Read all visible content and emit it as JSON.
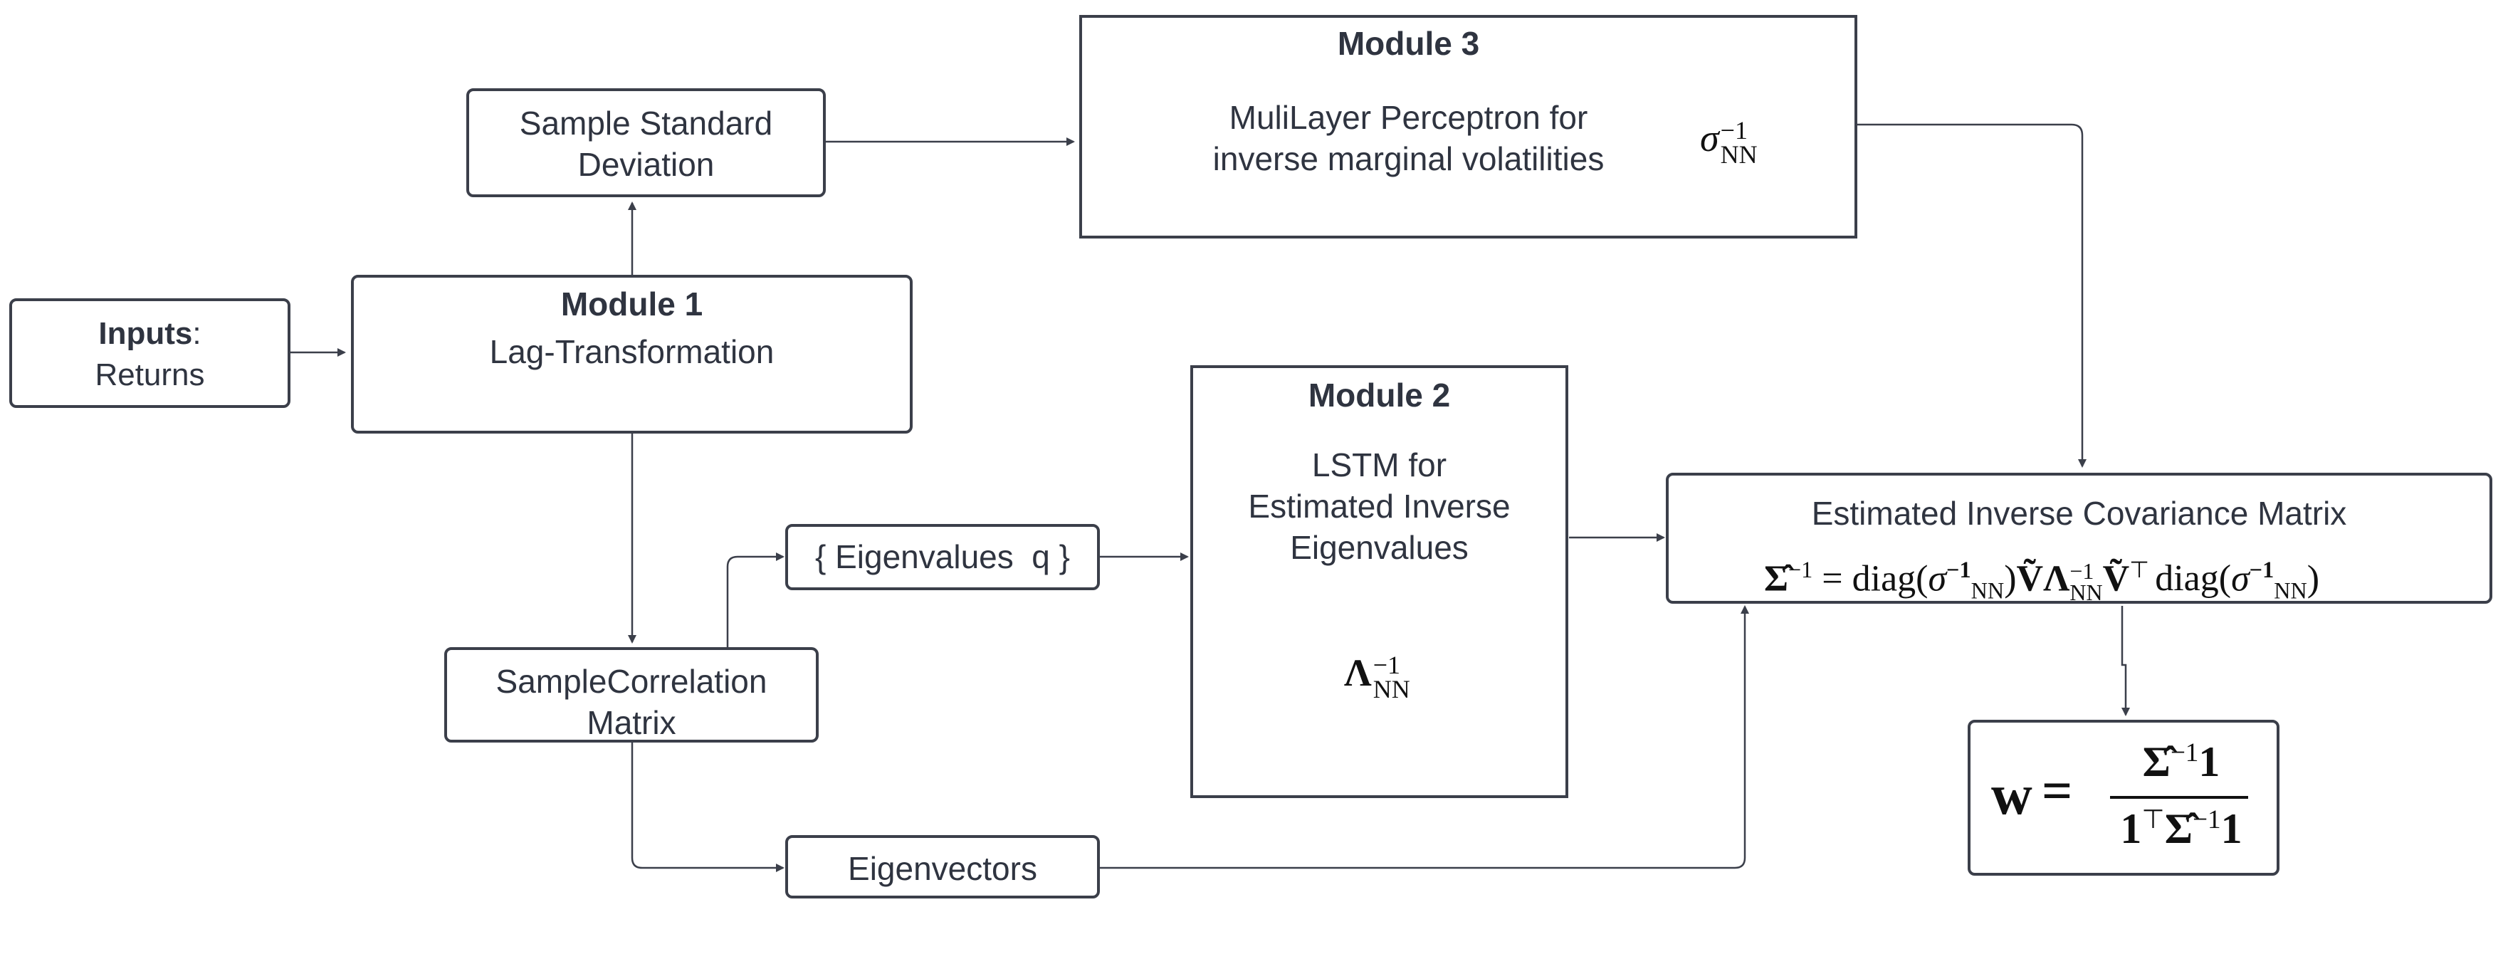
{
  "inputs": {
    "label_bold": "Inputs",
    "label_colon": ":",
    "label2": "Returns"
  },
  "module1": {
    "title": "Module 1",
    "subtitle": "Lag-Transformation"
  },
  "sample_std": {
    "line1": "Sample Standard",
    "line2": "Deviation"
  },
  "module3": {
    "title": "Module 3",
    "line1": "MuliLayer Perceptron for",
    "line2": "inverse marginal volatilities",
    "sigma": "σ",
    "sigma_sup": "−1",
    "sigma_sub": "NN"
  },
  "module2": {
    "title": "Module 2",
    "line1": "LSTM for",
    "line2": "Estimated Inverse",
    "line3": "Eigenvalues",
    "lambda": "Λ",
    "lambda_sup": "−1",
    "lambda_sub": "NN"
  },
  "eigenvalues": {
    "label": "{ Eigenvalues  q }"
  },
  "sample_corr": {
    "line1": "SampleCorrelation",
    "line2": "Matrix"
  },
  "eigenvectors": {
    "label": "Eigenvectors"
  },
  "estimated_cov": {
    "title": "Estimated Inverse Covariance Matrix",
    "formula": {
      "sigma_hat": "Σ̂",
      "neg1": "−1",
      "eq": " = diag(",
      "sigma": "σ",
      "neg1_bold": "−1",
      "nn": "NN",
      "close": ")",
      "v": "Ṽ",
      "lambda": "Λ",
      "lambda_sup": "−1",
      "lambda_sub": "NN",
      "v2": "Ṽ",
      "transpose": "⊤",
      "diag2": "diag(",
      "sigma2": "σ",
      "neg1_bold2": "−1",
      "nn2": "NN",
      "close2": ")"
    }
  },
  "weights": {
    "w": "w",
    "eq": "=",
    "num_sigma": "Σ̂",
    "num_sup": "−1",
    "num_one": "1",
    "den_one": "1",
    "den_t": "⊤",
    "den_sigma": "Σ̂",
    "den_sup": "−1",
    "den_one2": "1"
  },
  "colors": {
    "stroke": "#3b3f4a",
    "text": "#2f3440",
    "background": "#ffffff"
  }
}
